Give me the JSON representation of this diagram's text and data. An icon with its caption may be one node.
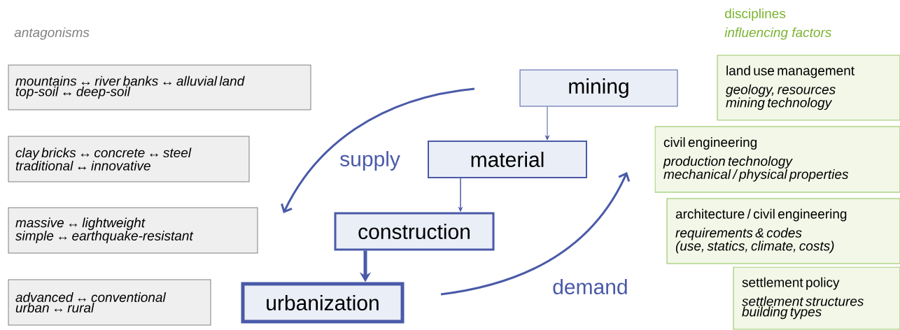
{
  "diagram": {
    "nodes": [
      {
        "text": [
          "mining"
        ]
      },
      {
        "text": [
          "material"
        ]
      },
      {
        "text": [
          "construction"
        ]
      },
      {
        "text": [
          "urbanization"
        ]
      },
      {
        "text": [
          "mountains ↔ river banks ↔ alluvial land",
          "top-soil ↔ deep-soil"
        ]
      },
      {
        "text": [
          "clay bricks ↔ concrete ↔ steel",
          "traditional ↔ innovative"
        ]
      },
      {
        "text": [
          "massive ↔ lightweight",
          "simple ↔ earthquake-resistant"
        ]
      },
      {
        "text": [
          "advanced ↔ conventional",
          "urban ↔ rural"
        ]
      },
      {
        "text": [
          "land use management",
          "geology, resources",
          "mining technology"
        ]
      },
      {
        "text": [
          "civil engineering",
          "production technology",
          "mechanical / physical properties"
        ]
      },
      {
        "text": [
          "architecture / civil engineering",
          "requirements & codes",
          "(use, statics, climate, costs)"
        ]
      },
      {
        "text": [
          "settlement policy",
          "settlement structures",
          "building types"
        ]
      }
    ],
    "edges": [
      {
        "from": 0,
        "to": 1,
        "arrow": "to"
      },
      {
        "from": 1,
        "to": 2,
        "arrow": "to"
      },
      {
        "from": 2,
        "to": 3,
        "arrow": "to",
        "style": "thick"
      }
    ],
    "labels": [
      "antagonisms",
      "supply",
      "demand",
      "disciplines",
      "influencing factors"
    ]
  }
}
